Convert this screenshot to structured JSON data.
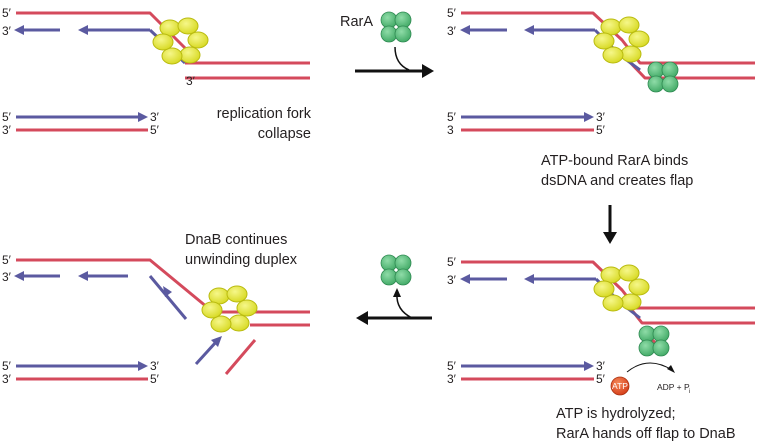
{
  "colors": {
    "red_strand": "#d44a5c",
    "blue_strand": "#5b5aa0",
    "dnab": "#e4e634",
    "rara": "#5fbf7f",
    "atp": "#e2542a"
  },
  "labels": {
    "rara": "RarA",
    "atp": "ATP",
    "adp": "ADP + P",
    "adp_sub": "i"
  },
  "ends": {
    "p1_top_a": "5′",
    "p1_top_b": "3′",
    "p1_mid": "3′",
    "p1_bot_a": "5′",
    "p1_bot_b": "3′",
    "p1_bot_c": "3′",
    "p1_bot_d": "5′",
    "p2_top_a": "5′",
    "p2_top_b": "3′",
    "p2_bot_a": "5′",
    "p2_bot_b": "3",
    "p2_bot_c": "3′",
    "p2_bot_d": "5′",
    "p3_top_a": "5′",
    "p3_top_b": "3′",
    "p3_bot_a": "5′",
    "p3_bot_b": "3′",
    "p3_bot_c": "3′",
    "p3_bot_d": "5′",
    "p4_top_a": "5′",
    "p4_top_b": "3′",
    "p4_bot_a": "5′",
    "p4_bot_b": "3′",
    "p4_bot_c": "3′",
    "p4_bot_d": "5′"
  },
  "captions": {
    "collapse_1": "replication fork",
    "collapse_2": "collapse",
    "binds_1": "ATP-bound RarA binds",
    "binds_2": "dsDNA and creates flap",
    "hydro_1": "ATP is hydrolyzed;",
    "hydro_2": "RarA hands off flap to DnaB",
    "dnab_1": "DnaB continues",
    "dnab_2": "unwinding duplex"
  }
}
